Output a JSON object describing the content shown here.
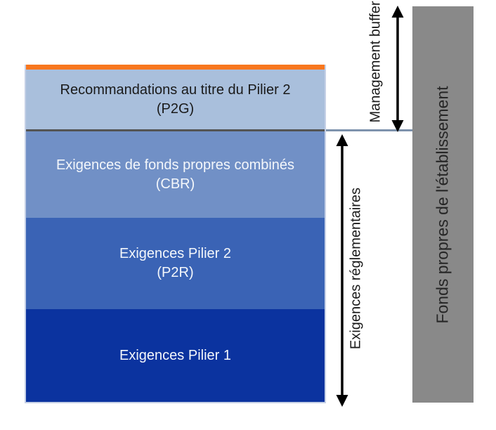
{
  "stack": {
    "accent_bar_color": "#F8771E",
    "divider_color": "#545454",
    "border_color": "#C5D0E6",
    "blocks": [
      {
        "title": "Recommandations au titre du Pilier 2",
        "subtitle": "(P2G)",
        "bg": "#A9BFDC",
        "text_color": "#1A1A1A"
      },
      {
        "title": "Exigences de fonds propres combinés",
        "subtitle": "(CBR)",
        "bg": "#7190C6",
        "text_color": "#F4F7FB"
      },
      {
        "title": "Exigences Pilier 2",
        "subtitle": "(P2R)",
        "bg": "#3A63B5",
        "text_color": "#F4F7FB"
      },
      {
        "title": "Exigences Pilier 1",
        "bg": "#0B339F",
        "text_color": "#F4F7FB"
      }
    ]
  },
  "annotations": {
    "management_buffer_line1": "Management",
    "management_buffer_line2": "buffer",
    "regulatory_requirements": "Exigences réglementaires",
    "own_funds": "Fonds propres de l'établissement"
  },
  "colors": {
    "background": "#FFFFFF",
    "own_funds_bar": "#898989",
    "own_funds_text": "#262626",
    "threshold_line": "#7E93AD",
    "arrow": "#000000"
  }
}
